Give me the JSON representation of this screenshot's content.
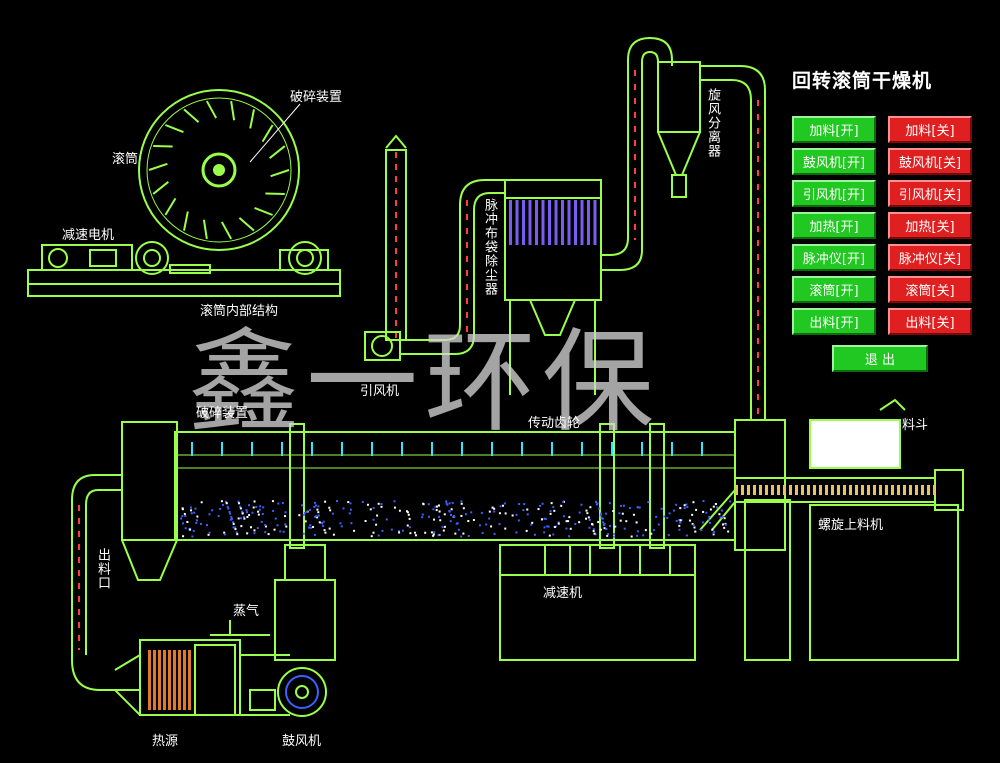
{
  "title": "回转滚筒干燥机",
  "labels": {
    "crusher_top": "破碎装置",
    "drum": "滚筒",
    "reducer_motor": "减速电机",
    "drum_internal": "滚筒内部结构",
    "pulse_filter": "脉冲布袋除尘器",
    "cyclone": "旋风分离器",
    "induced_fan": "引风机",
    "crusher_main": "破碎装置",
    "gear": "传动齿轮",
    "hopper": "料斗",
    "screw_feeder": "螺旋上料机",
    "outlet": "出料口",
    "reducer": "减速机",
    "steam": "蒸气",
    "heat_source": "热源",
    "blower": "鼓风机"
  },
  "controls": [
    {
      "on": "加料[开]",
      "off": "加料[关]"
    },
    {
      "on": "鼓风机[开]",
      "off": "鼓风机[关]"
    },
    {
      "on": "引风机[开]",
      "off": "引风机[关]"
    },
    {
      "on": "加热[开]",
      "off": "加热[关]"
    },
    {
      "on": "脉冲仪[开]",
      "off": "脉冲仪[关]"
    },
    {
      "on": "滚筒[开]",
      "off": "滚筒[关]"
    },
    {
      "on": "出料[开]",
      "off": "出料[关]"
    }
  ],
  "exit_label": "退 出",
  "watermark": "鑫一环保",
  "colors": {
    "line": "#9aff4a",
    "duct": "#ff3b3b",
    "cyan": "#33e6ff",
    "blue": "#3a62ff",
    "filter": "#7a5cf0"
  }
}
